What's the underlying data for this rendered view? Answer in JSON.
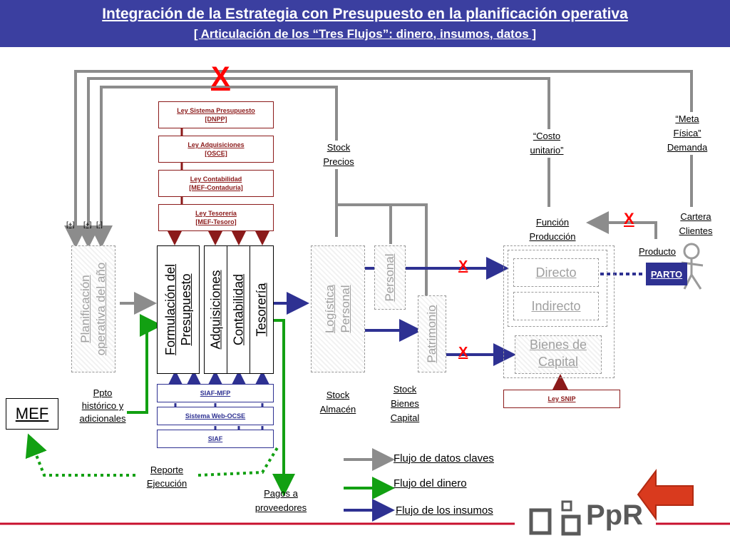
{
  "header": {
    "title": "Integración de la Estrategia con Presupuesto en la planificación operativa",
    "subtitle": "[ Articulación de los “Tres Flujos”: dinero, insumos, datos ]"
  },
  "laws": [
    {
      "line1": "Ley Sistema Presupuesto",
      "line2": "[DNPP]"
    },
    {
      "line1": "Ley Adquisiciones",
      "line2": "[OSCE]"
    },
    {
      "line1": "Ley Contabilidad",
      "line2": "[MEF-Contaduría]"
    },
    {
      "line1": "Ley Tesorería",
      "line2": "[MEF-Tesoro]"
    }
  ],
  "systems": {
    "formulacion_line1": "Formulación del",
    "formulacion_line2": "Presupuesto",
    "adquisiciones": "Adquisiciones",
    "contabilidad": "Contabilidad",
    "tesoreria": "Tesorería"
  },
  "siaf_boxes": [
    "SIAF-MFP",
    "Sistema Web-OCSE",
    "SIAF"
  ],
  "planning": {
    "line1": "Planificación",
    "line2": "operativa del año",
    "markers": [
      "[+]",
      "[+]",
      "[-]"
    ]
  },
  "mef": "MEF",
  "labels": {
    "ppto": [
      "Ppto",
      "histórico y",
      "adicionales"
    ],
    "reporte": [
      "Reporte",
      "Ejecución"
    ],
    "pagos": [
      "Pagos a",
      "proveedores"
    ],
    "stock_precios": [
      "Stock",
      "Precios"
    ],
    "stock_almacen": [
      "Stock",
      "Almacén"
    ],
    "stock_bienes": [
      "Stock",
      "Bienes",
      "Capital"
    ],
    "costo_unitario": [
      "“Costo",
      "unitario”"
    ],
    "meta_fisica": [
      "“Meta",
      "Física”",
      "Demanda"
    ],
    "funcion": [
      "Función",
      "Producción"
    ],
    "cartera": [
      "Cartera",
      "Clientes"
    ],
    "producto": "Producto",
    "parto": "PARTO"
  },
  "logistica": {
    "line1": "Logística",
    "line2": "Personal"
  },
  "personal": "Personal",
  "patrimonio": "Patrimonio",
  "production": {
    "directo": "Directo",
    "indirecto": "Indirecto",
    "bienes_line1": "Bienes de",
    "bienes_line2": "Capital"
  },
  "ley_snip": "Ley SNIP",
  "cross_mark": "X",
  "legend": [
    {
      "label": "Flujo de datos claves",
      "color": "#8c8c8c"
    },
    {
      "label": "Flujo del dinero",
      "color": "#12a012"
    },
    {
      "label": "Flujo de los insumos",
      "color": "#2e3192"
    }
  ],
  "logo": "PpR",
  "colors": {
    "header": "#3b3fa0",
    "money": "#12a012",
    "inputs": "#2e3192",
    "data": "#8c8c8c",
    "law": "#8b1a1a",
    "cross": "#ff0000",
    "accent": "#d93a1e"
  }
}
